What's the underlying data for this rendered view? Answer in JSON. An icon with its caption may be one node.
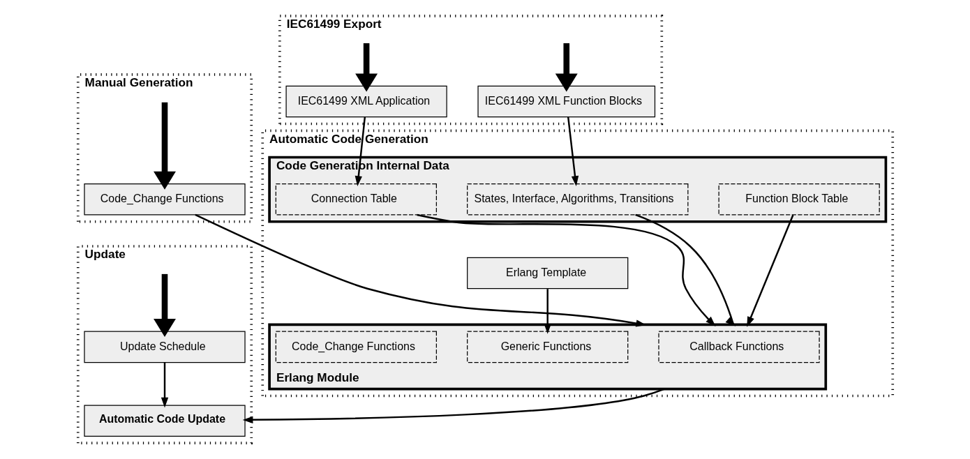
{
  "diagram": {
    "nodes": [
      {
        "text": [
          "IEC61499 Export"
        ]
      },
      {
        "text": [
          "IEC61499 XML Function Blocks"
        ],
        "in": 0
      },
      {
        "text": [
          "IEC61499 XML Application"
        ],
        "in": 0
      },
      {
        "text": [
          "Manual Generation"
        ]
      },
      {
        "text": [
          "Code_Change Functions"
        ],
        "in": 3
      },
      {
        "text": [
          "Automatic Code Generation"
        ]
      },
      {
        "text": [
          "Code Generation Internal Data"
        ],
        "in": 5
      },
      {
        "text": [
          "States, Interface, Algorithms, Transitions"
        ],
        "in": 6
      },
      {
        "text": [
          "Connection Table"
        ],
        "in": 6
      },
      {
        "text": [
          "Function Block Table"
        ],
        "in": 6
      },
      {
        "text": [
          "Erlang Template"
        ],
        "in": 5
      },
      {
        "text": [
          "Erlang Module"
        ],
        "in": 5
      },
      {
        "text": [
          "Generic Functions"
        ],
        "in": 11
      },
      {
        "text": [
          "Callback Functions"
        ],
        "in": 11
      },
      {
        "text": [
          "Code_Change Functions"
        ],
        "in": 11
      },
      {
        "text": [
          "Update"
        ]
      },
      {
        "text": [
          "Update Schedule"
        ],
        "in": 15
      },
      {
        "text": [
          "Automatic Code Update"
        ],
        "in": 15
      }
    ],
    "edges": [
      {
        "from": null,
        "to": 1,
        "arrow": "to",
        "style": "thick"
      },
      {
        "from": null,
        "to": 2,
        "arrow": "to",
        "style": "thick"
      },
      {
        "from": null,
        "to": 4,
        "arrow": "to",
        "style": "thick"
      },
      {
        "from": 1,
        "to": 7,
        "arrow": "to"
      },
      {
        "from": 2,
        "to": 8,
        "arrow": "to"
      },
      {
        "from": 7,
        "to": 11,
        "arrow": "to"
      },
      {
        "from": 8,
        "to": 11,
        "arrow": "to"
      },
      {
        "from": 9,
        "to": 11,
        "arrow": "to"
      },
      {
        "from": 4,
        "to": 11,
        "arrow": "to"
      },
      {
        "from": 10,
        "to": 12,
        "arrow": "to"
      },
      {
        "from": 11,
        "to": 17,
        "arrow": "to"
      },
      {
        "from": null,
        "to": 16,
        "arrow": "to",
        "style": "thick"
      },
      {
        "from": 16,
        "to": 17,
        "arrow": "to"
      }
    ]
  }
}
